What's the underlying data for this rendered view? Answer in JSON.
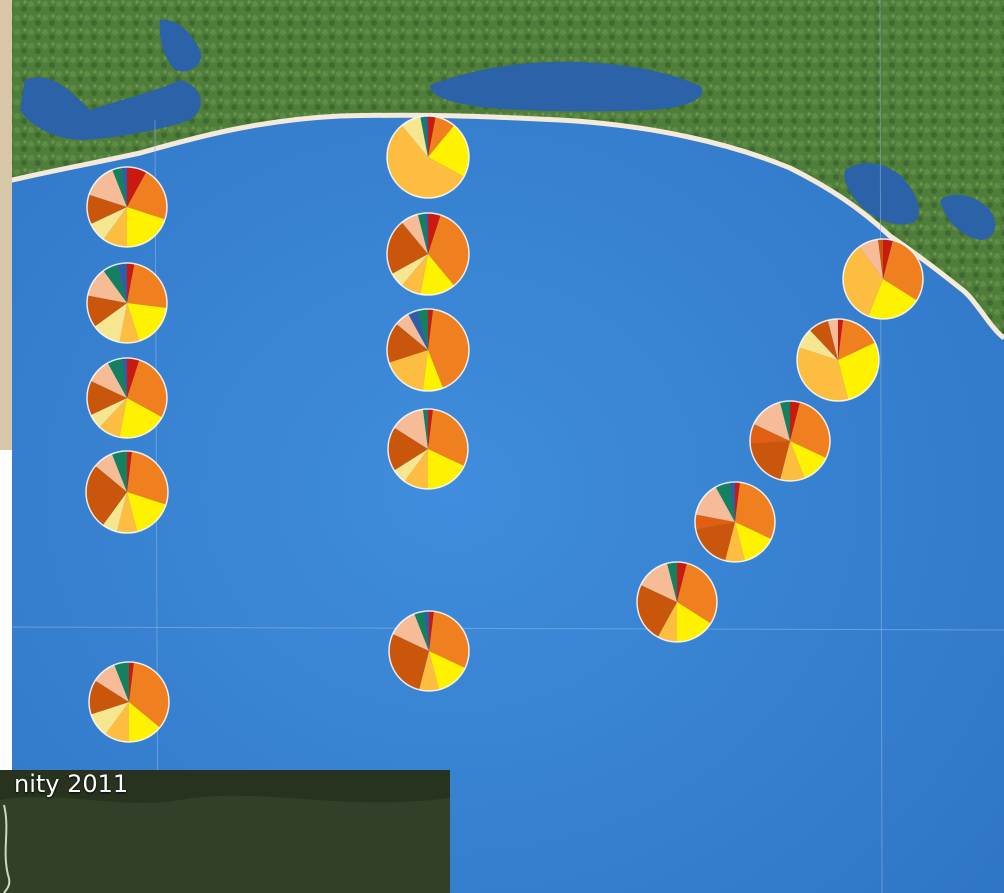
{
  "inset": {
    "caption": "nity 2011"
  },
  "colors": {
    "sea": "#3a86d6",
    "land": "#4f7d3a",
    "beach": "#f3eadc",
    "bay": "#2b62a8",
    "inset_panel": "#27331f"
  },
  "palette": {
    "red": "#c91a10",
    "orange": "#f07f1f",
    "yellow": "#fff200",
    "light_orange": "#fdbd40",
    "pale_yellow": "#f6e690",
    "dark_orange": "#c9560b",
    "peach": "#f6bc97",
    "teal": "#158060",
    "blue": "#2f5da6",
    "burnt": "#e05f12"
  },
  "chart_data": {
    "type": "pie",
    "note_type": "grid of pie-chart markers over a coastal map",
    "pies": [
      {
        "id": "A1",
        "slices": [
          [
            "red",
            8
          ],
          [
            "orange",
            22
          ],
          [
            "yellow",
            20
          ],
          [
            "light_orange",
            10
          ],
          [
            "pale_yellow",
            8
          ],
          [
            "dark_orange",
            12
          ],
          [
            "peach",
            14
          ],
          [
            "teal",
            4
          ],
          [
            "blue",
            2
          ]
        ]
      },
      {
        "id": "A2",
        "slices": [
          [
            "red",
            3
          ],
          [
            "orange",
            24
          ],
          [
            "yellow",
            18
          ],
          [
            "light_orange",
            8
          ],
          [
            "pale_yellow",
            12
          ],
          [
            "dark_orange",
            13
          ],
          [
            "peach",
            12
          ],
          [
            "teal",
            6
          ],
          [
            "blue",
            4
          ]
        ]
      },
      {
        "id": "A3",
        "slices": [
          [
            "red",
            5
          ],
          [
            "orange",
            28
          ],
          [
            "yellow",
            20
          ],
          [
            "light_orange",
            9
          ],
          [
            "pale_yellow",
            6
          ],
          [
            "dark_orange",
            14
          ],
          [
            "peach",
            10
          ],
          [
            "teal",
            6
          ],
          [
            "blue",
            2
          ]
        ]
      },
      {
        "id": "A4",
        "slices": [
          [
            "red",
            2
          ],
          [
            "orange",
            28
          ],
          [
            "yellow",
            16
          ],
          [
            "light_orange",
            8
          ],
          [
            "pale_yellow",
            6
          ],
          [
            "dark_orange",
            26
          ],
          [
            "peach",
            8
          ],
          [
            "teal",
            6
          ]
        ]
      },
      {
        "id": "A5",
        "slices": [
          [
            "red",
            2
          ],
          [
            "orange",
            34
          ],
          [
            "yellow",
            14
          ],
          [
            "light_orange",
            10
          ],
          [
            "pale_yellow",
            10
          ],
          [
            "dark_orange",
            14
          ],
          [
            "peach",
            10
          ],
          [
            "teal",
            6
          ]
        ]
      },
      {
        "id": "B1",
        "slices": [
          [
            "red",
            3
          ],
          [
            "orange",
            8
          ],
          [
            "yellow",
            22
          ],
          [
            "light_orange",
            56
          ],
          [
            "pale_yellow",
            8
          ],
          [
            "teal",
            2
          ],
          [
            "blue",
            1
          ]
        ]
      },
      {
        "id": "B2",
        "slices": [
          [
            "red",
            5
          ],
          [
            "orange",
            34
          ],
          [
            "yellow",
            14
          ],
          [
            "light_orange",
            8
          ],
          [
            "pale_yellow",
            6
          ],
          [
            "dark_orange",
            22
          ],
          [
            "peach",
            7
          ],
          [
            "teal",
            3
          ],
          [
            "blue",
            1
          ]
        ]
      },
      {
        "id": "B3",
        "slices": [
          [
            "red",
            2
          ],
          [
            "orange",
            42
          ],
          [
            "yellow",
            8
          ],
          [
            "light_orange",
            18
          ],
          [
            "dark_orange",
            16
          ],
          [
            "peach",
            6
          ],
          [
            "blue",
            4
          ],
          [
            "teal",
            4
          ]
        ]
      },
      {
        "id": "B4",
        "slices": [
          [
            "red",
            2
          ],
          [
            "orange",
            30
          ],
          [
            "yellow",
            18
          ],
          [
            "light_orange",
            10
          ],
          [
            "pale_yellow",
            6
          ],
          [
            "dark_orange",
            18
          ],
          [
            "peach",
            14
          ],
          [
            "teal",
            2
          ]
        ]
      },
      {
        "id": "B5",
        "slices": [
          [
            "red",
            2
          ],
          [
            "orange",
            30
          ],
          [
            "yellow",
            14
          ],
          [
            "light_orange",
            8
          ],
          [
            "dark_orange",
            28
          ],
          [
            "peach",
            12
          ],
          [
            "teal",
            4
          ],
          [
            "blue",
            2
          ]
        ]
      },
      {
        "id": "C1",
        "slices": [
          [
            "red",
            4
          ],
          [
            "orange",
            30
          ],
          [
            "yellow",
            22
          ],
          [
            "light_orange",
            34
          ],
          [
            "peach",
            8
          ],
          [
            "dark_orange",
            2
          ]
        ]
      },
      {
        "id": "C2",
        "slices": [
          [
            "red",
            2
          ],
          [
            "orange",
            16
          ],
          [
            "yellow",
            28
          ],
          [
            "light_orange",
            34
          ],
          [
            "pale_yellow",
            8
          ],
          [
            "dark_orange",
            8
          ],
          [
            "peach",
            4
          ]
        ]
      },
      {
        "id": "C3",
        "slices": [
          [
            "red",
            4
          ],
          [
            "orange",
            28
          ],
          [
            "yellow",
            12
          ],
          [
            "light_orange",
            10
          ],
          [
            "dark_orange",
            20
          ],
          [
            "burnt",
            8
          ],
          [
            "peach",
            14
          ],
          [
            "teal",
            4
          ]
        ]
      },
      {
        "id": "C4",
        "slices": [
          [
            "red",
            2
          ],
          [
            "orange",
            30
          ],
          [
            "yellow",
            14
          ],
          [
            "light_orange",
            8
          ],
          [
            "dark_orange",
            18
          ],
          [
            "burnt",
            6
          ],
          [
            "peach",
            14
          ],
          [
            "teal",
            6
          ],
          [
            "blue",
            2
          ]
        ]
      },
      {
        "id": "C5",
        "slices": [
          [
            "red",
            4
          ],
          [
            "orange",
            30
          ],
          [
            "yellow",
            16
          ],
          [
            "light_orange",
            8
          ],
          [
            "dark_orange",
            24
          ],
          [
            "peach",
            14
          ],
          [
            "teal",
            4
          ]
        ]
      }
    ]
  }
}
